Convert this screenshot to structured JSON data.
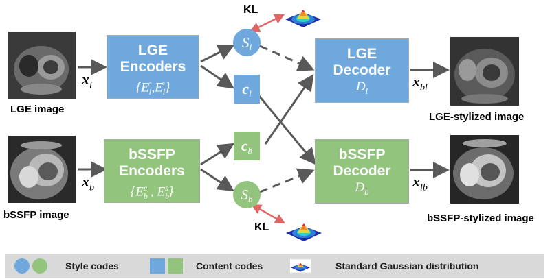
{
  "lge": {
    "image_caption": "LGE image",
    "input_label": "x",
    "input_sub": "l",
    "encoder_title_1": "LGE",
    "encoder_title_2": "Encoders",
    "encoder_math": "{E_l^c, E_l^s}",
    "style_code": "S_l",
    "content_code": "c_l",
    "decoder_title_1": "LGE",
    "decoder_title_2": "Decoder",
    "decoder_math": "D_l",
    "output_label": "x",
    "output_sub": "bl",
    "output_caption": "LGE-stylized image",
    "kl_label": "KL"
  },
  "bssfp": {
    "image_caption": "bSSFP image",
    "input_label": "x",
    "input_sub": "b",
    "encoder_title_1": "bSSFP",
    "encoder_title_2": "Encoders",
    "encoder_math": "{E_b^c , E_b^s}",
    "style_code": "S_b",
    "content_code": "c_b",
    "decoder_title_1": "bSSFP",
    "decoder_title_2": "Decoder",
    "decoder_math": "D_b",
    "output_label": "x",
    "output_sub": "lb",
    "output_caption": "bSSFP-stylized image",
    "kl_label": "KL"
  },
  "legend": {
    "style_codes": "Style codes",
    "content_codes": "Content codes",
    "gaussian": "Standard Gaussian distribution"
  },
  "colors": {
    "blue": "#6fa8dc",
    "green": "#93c47d",
    "arrow": "#595959",
    "kl_arrow": "#e06666",
    "legend_bg": "#d9d9d9"
  }
}
